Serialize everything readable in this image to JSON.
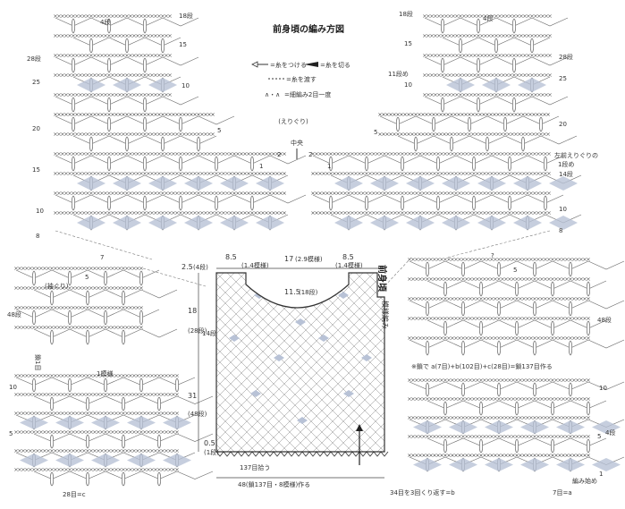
{
  "diagram": {
    "title": "前身頃の編み方図",
    "legend": {
      "attach": "=糸をつける",
      "cut": "=糸を切る",
      "pass": "=糸を渡す",
      "decrease_symbol": "∧・∧",
      "decrease_text": "=細編み2目一度"
    },
    "labels": {
      "neckline": "(えりぐり)",
      "armhole": "(袖ぐり)",
      "center": "中央",
      "left_neck_note": "左前えりぐりの",
      "left_neck_note2": "1段め",
      "eleventh": "11段め",
      "piece_title": "前身頃",
      "pattern_title": "模様編み",
      "one_pattern": "1模様",
      "chain_note": "鎖1目",
      "foundation_note": "※鎖で a(7目)+b(102目)+c(28目)=鎖137目作る",
      "pick_up": "137目拾う",
      "bottom_note": "48(鎖137目・8模様)作る",
      "repeat_note": "34目を3回くり返す=b",
      "seven_a": "7目=a",
      "twentyeight_c": "28目=c",
      "start": "編み始め",
      "four_rows": "4段",
      "one_pattern_v": "1模様"
    },
    "rows": {
      "r18": "18段",
      "r15": "15",
      "r28": "28段",
      "r25": "25",
      "r20": "20",
      "r10": "10",
      "r8": "8",
      "r5": "5",
      "r4": "4段",
      "r2": "2",
      "r1": "1",
      "r48": "48段",
      "r14": "14段",
      "r10b": "10",
      "r7": "7",
      "q": "?"
    },
    "dims": {
      "d85a": "8.5",
      "d85a_s": "(1.4模様)",
      "d17": "17",
      "d17_s": "(2.9模様)",
      "d85b": "8.5",
      "d85b_s": "(1.4模様)",
      "d25": "2.5",
      "d25_s": "(4段)",
      "d115": "11.5",
      "d115_s": "(18段)",
      "d18": "18",
      "d18_s": "(28段)",
      "d14": "14段",
      "d31": "31",
      "d31_s": "(48段)",
      "d05": "0.5",
      "d05_s": "(1段)"
    }
  }
}
